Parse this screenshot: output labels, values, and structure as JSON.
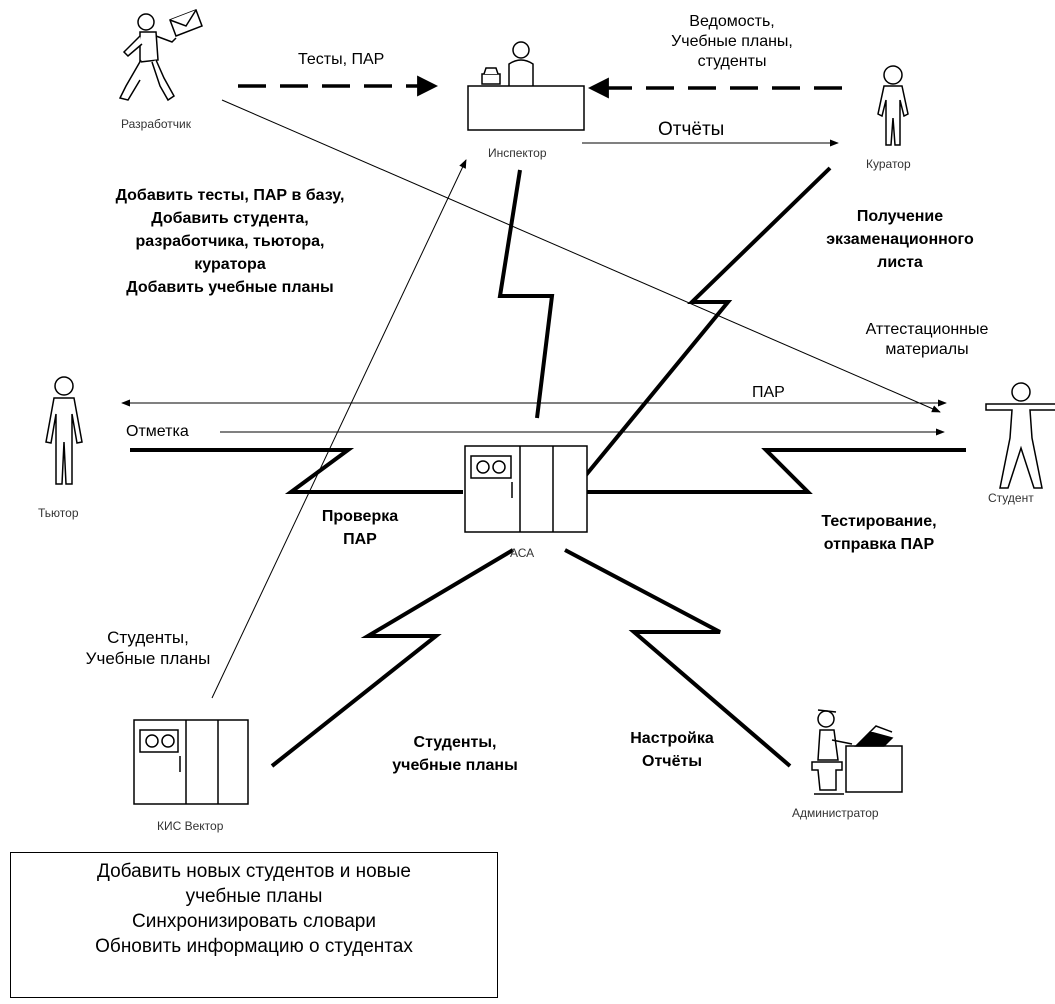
{
  "actors": {
    "developer": "Разработчик",
    "inspector": "Инспектор",
    "curator": "Куратор",
    "tutor": "Тьютор",
    "student": "Студент",
    "asa": "АСА",
    "kis": "КИС Вектор",
    "admin": "Администратор"
  },
  "flows": {
    "tests_par": "Тесты, ПАР",
    "vedomost": [
      "Ведомость,",
      "Учебные планы,",
      "студенты"
    ],
    "reports": "Отчёты",
    "add_ops": [
      "Добавить тесты, ПАР в базу,",
      "Добавить студента,",
      "разработчика, тьютора,",
      "куратора",
      "Добавить учебные планы"
    ],
    "exam_sheet": [
      "Получение",
      "экзаменационного",
      "листа"
    ],
    "attestation": [
      "Аттестационные",
      "материалы"
    ],
    "par": "ПАР",
    "mark": "Отметка",
    "check_par": [
      "Проверка",
      "ПАР"
    ],
    "testing": [
      "Тестирование,",
      "отправка ПАР"
    ],
    "students_plans_thin": [
      "Студенты,",
      "Учебные планы"
    ],
    "students_plans_bold": [
      "Студенты,",
      "учебные планы"
    ],
    "setup_reports": [
      "Настройка",
      "Отчёты"
    ]
  },
  "notes": [
    "Добавить новых студентов и новые",
    "учебные планы",
    "Синхронизировать словари",
    "Обновить информацию о студентах"
  ]
}
